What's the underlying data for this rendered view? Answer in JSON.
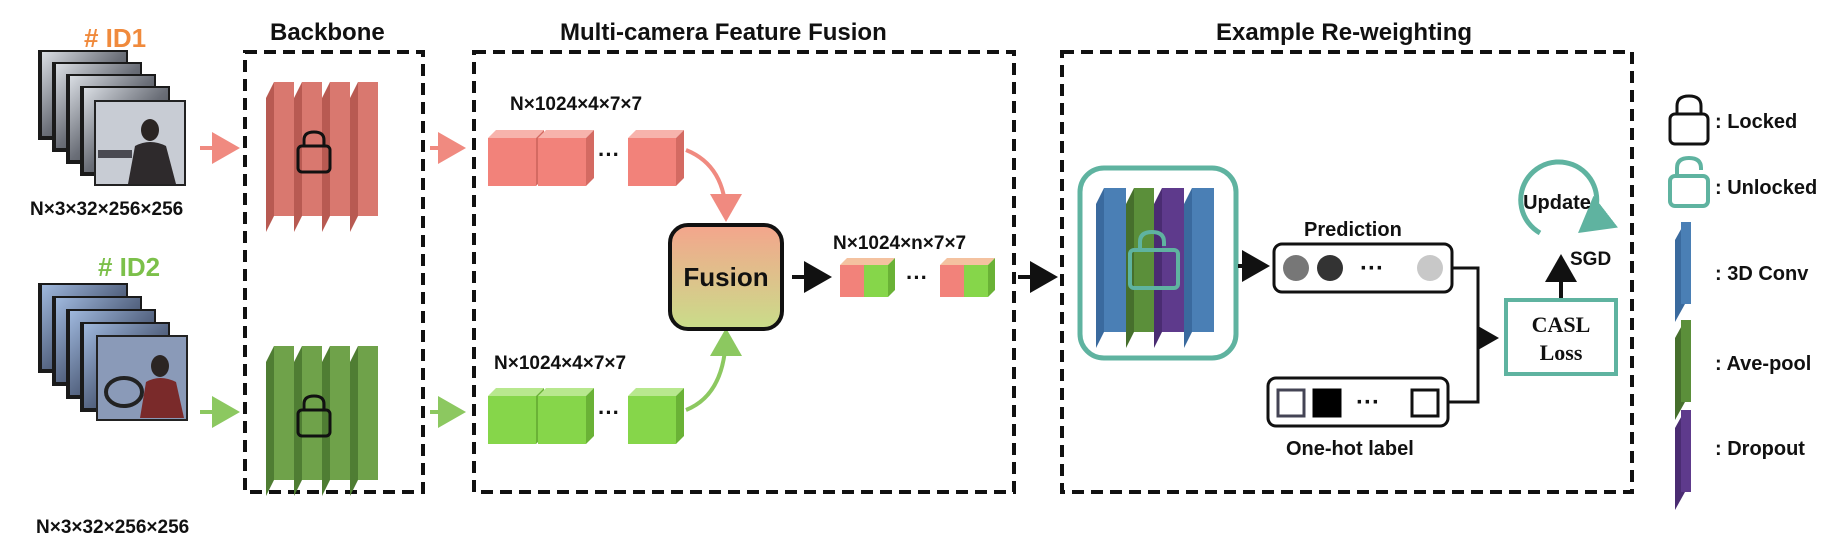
{
  "ids": {
    "id1": "# ID1",
    "id2": "# ID2"
  },
  "input_shapes": {
    "top": "N×3×32×256×256",
    "bottom": "N×3×32×256×256"
  },
  "sections": {
    "backbone": "Backbone",
    "fusion": "Multi-camera Feature Fusion",
    "reweighting": "Example Re-weighting"
  },
  "fusion_block": {
    "label": "Fusion",
    "top_shape": "N×1024×4×7×7",
    "bottom_shape": "N×1024×4×7×7",
    "output_shape": "N×1024×n×7×7",
    "ellipsis": "···"
  },
  "reweighting": {
    "prediction": "Prediction",
    "one_hot": "One-hot label",
    "loss_line1": "CASL",
    "loss_line2": "Loss",
    "sgd": "SGD",
    "update": "Update",
    "ellipsis": "···"
  },
  "legend": [
    {
      "icon": "locked-lock-icon",
      "label": ": Locked"
    },
    {
      "icon": "unlocked-lock-icon",
      "label": ": Unlocked"
    },
    {
      "icon": "conv3d-slab-icon",
      "label": ": 3D Conv"
    },
    {
      "icon": "avepool-slab-icon",
      "label": ": Ave-pool"
    },
    {
      "icon": "dropout-slab-icon",
      "label": ": Dropout"
    }
  ],
  "colors": {
    "id1": "#f08a3c",
    "id2": "#7cc04a",
    "red_layer": "#d9786f",
    "green_layer": "#6fa24a",
    "red_cube": "#f2827a",
    "green_cube": "#86d64a",
    "conv_blue": "#4a7fb5",
    "pool_green": "#5b8f3a",
    "dropout_purple": "#5e3a8c",
    "teal": "#5fb3a0"
  }
}
